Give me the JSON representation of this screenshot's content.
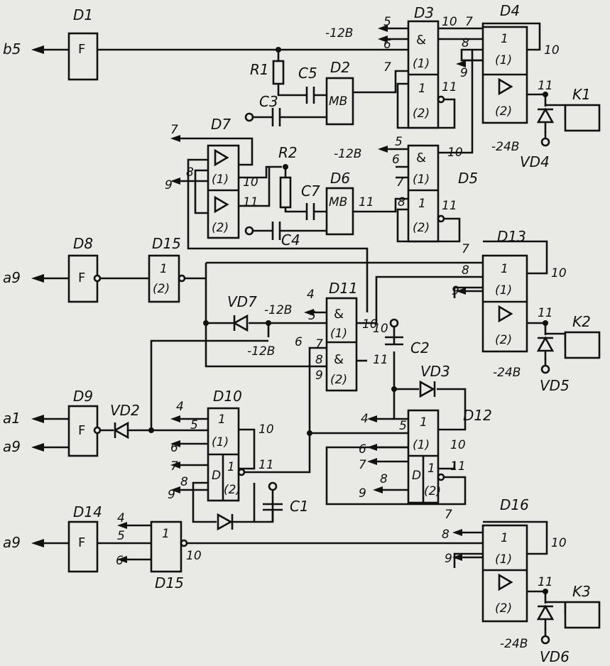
{
  "colors": {
    "ink": "#111111",
    "paper": "#e9e9e6"
  },
  "blocks": {
    "D1": "D1",
    "D2": "D2",
    "D3": "D3",
    "D4": "D4",
    "D5": "D5",
    "D6": "D6",
    "D7": "D7",
    "D8": "D8",
    "D9": "D9",
    "D10": "D10",
    "D11": "D11",
    "D12": "D12",
    "D13": "D13",
    "D14": "D14",
    "D15a": "D15",
    "D15b": "D15",
    "D16": "D16"
  },
  "symbols": {
    "F": "F",
    "MB": "MB",
    "and": "&",
    "one": "1",
    "part1": "(1)",
    "part2": "(2)",
    "D": "D"
  },
  "signals": {
    "b5": "b5",
    "a9": "a9",
    "a1": "a1"
  },
  "supply": {
    "m12": "-12B",
    "m24": "-24B"
  },
  "components": {
    "R1": "R1",
    "R2": "R2",
    "C1": "C1",
    "C2": "C2",
    "C3": "C3",
    "C4": "C4",
    "C5": "C5",
    "C7": "C7",
    "VD2": "VD2",
    "VD3": "VD3",
    "VD4": "VD4",
    "VD5": "VD5",
    "VD6": "VD6",
    "VD7": "VD7",
    "K1": "K1",
    "K2": "K2",
    "K3": "K3"
  },
  "pins": {
    "p4": "4",
    "p5": "5",
    "p6": "6",
    "p7": "7",
    "p8": "8",
    "p9": "9",
    "p10": "10",
    "p11": "11"
  }
}
